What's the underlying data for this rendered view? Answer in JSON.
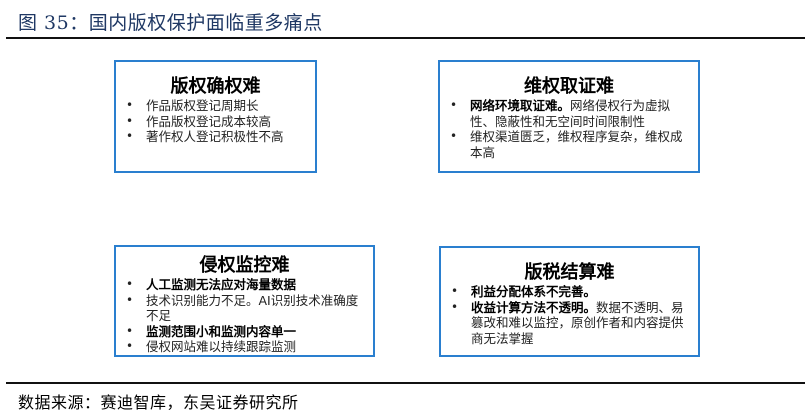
{
  "figure": {
    "title": "图 35：国内版权保护面临重多痛点",
    "source": "数据来源：赛迪智库，东吴证券研究所"
  },
  "colors": {
    "title": "#1f3864",
    "box_border": "#2a7fcf",
    "rule": "#111111"
  },
  "boxes": {
    "top_left": {
      "heading": "版权确权难",
      "items": [
        {
          "bold": "",
          "text": "作品版权登记周期长"
        },
        {
          "bold": "",
          "text": "作品版权登记成本较高"
        },
        {
          "bold": "",
          "text": "著作权人登记积极性不高"
        }
      ]
    },
    "top_right": {
      "heading": "维权取证难",
      "items": [
        {
          "bold": "网络环境取证难。",
          "text": "网络侵权行为虚拟性、隐蔽性和无空间时间限制性"
        },
        {
          "bold": "",
          "text": "维权渠道匮乏，维权程序复杂，维权成本高"
        }
      ]
    },
    "bottom_left": {
      "heading": "侵权监控难",
      "items": [
        {
          "bold": "人工监测无法应对海量数据",
          "text": ""
        },
        {
          "bold": "",
          "text": "技术识别能力不足。AI识别技术准确度不足"
        },
        {
          "bold": "监测范围小和监测内容单一",
          "text": ""
        },
        {
          "bold": "",
          "text": "侵权网站难以持续跟踪监测"
        }
      ]
    },
    "bottom_right": {
      "heading": "版税结算难",
      "items": [
        {
          "bold": "利益分配体系不完善。",
          "text": ""
        },
        {
          "bold": "收益计算方法不透明。",
          "text": "数据不透明、易篡改和难以监控，原创作者和内容提供商无法掌握"
        }
      ]
    }
  }
}
